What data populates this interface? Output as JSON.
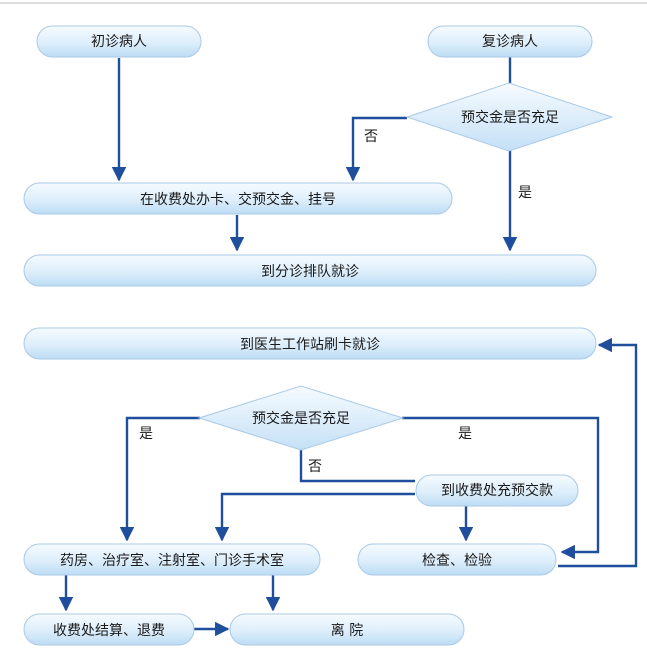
{
  "nodes": {
    "first_visit": "初诊病人",
    "return_visit": "复诊病人",
    "deposit_check_1": "预交金是否充足",
    "register": "在收费处办卡、交预交金、挂号",
    "triage": "到分诊排队就诊",
    "doctor": "到医生工作站刷卡就诊",
    "deposit_check_2": "预交金是否充足",
    "top_up": "到收费处充预交款",
    "pharmacy": "药房、治疗室、注射室、门诊手术室",
    "exam": "检查、检验",
    "settle": "收费处结算、退费",
    "leave": "离 院"
  },
  "edges": {
    "no_1": "否",
    "yes_1": "是",
    "yes_2_left": "是",
    "yes_2_right": "是",
    "no_2": "否"
  },
  "colors": {
    "line": "#1f4e9c",
    "node_fill_top": "#f4faff",
    "node_fill_bottom": "#c7e2f7",
    "node_stroke": "#a9c9e6"
  }
}
